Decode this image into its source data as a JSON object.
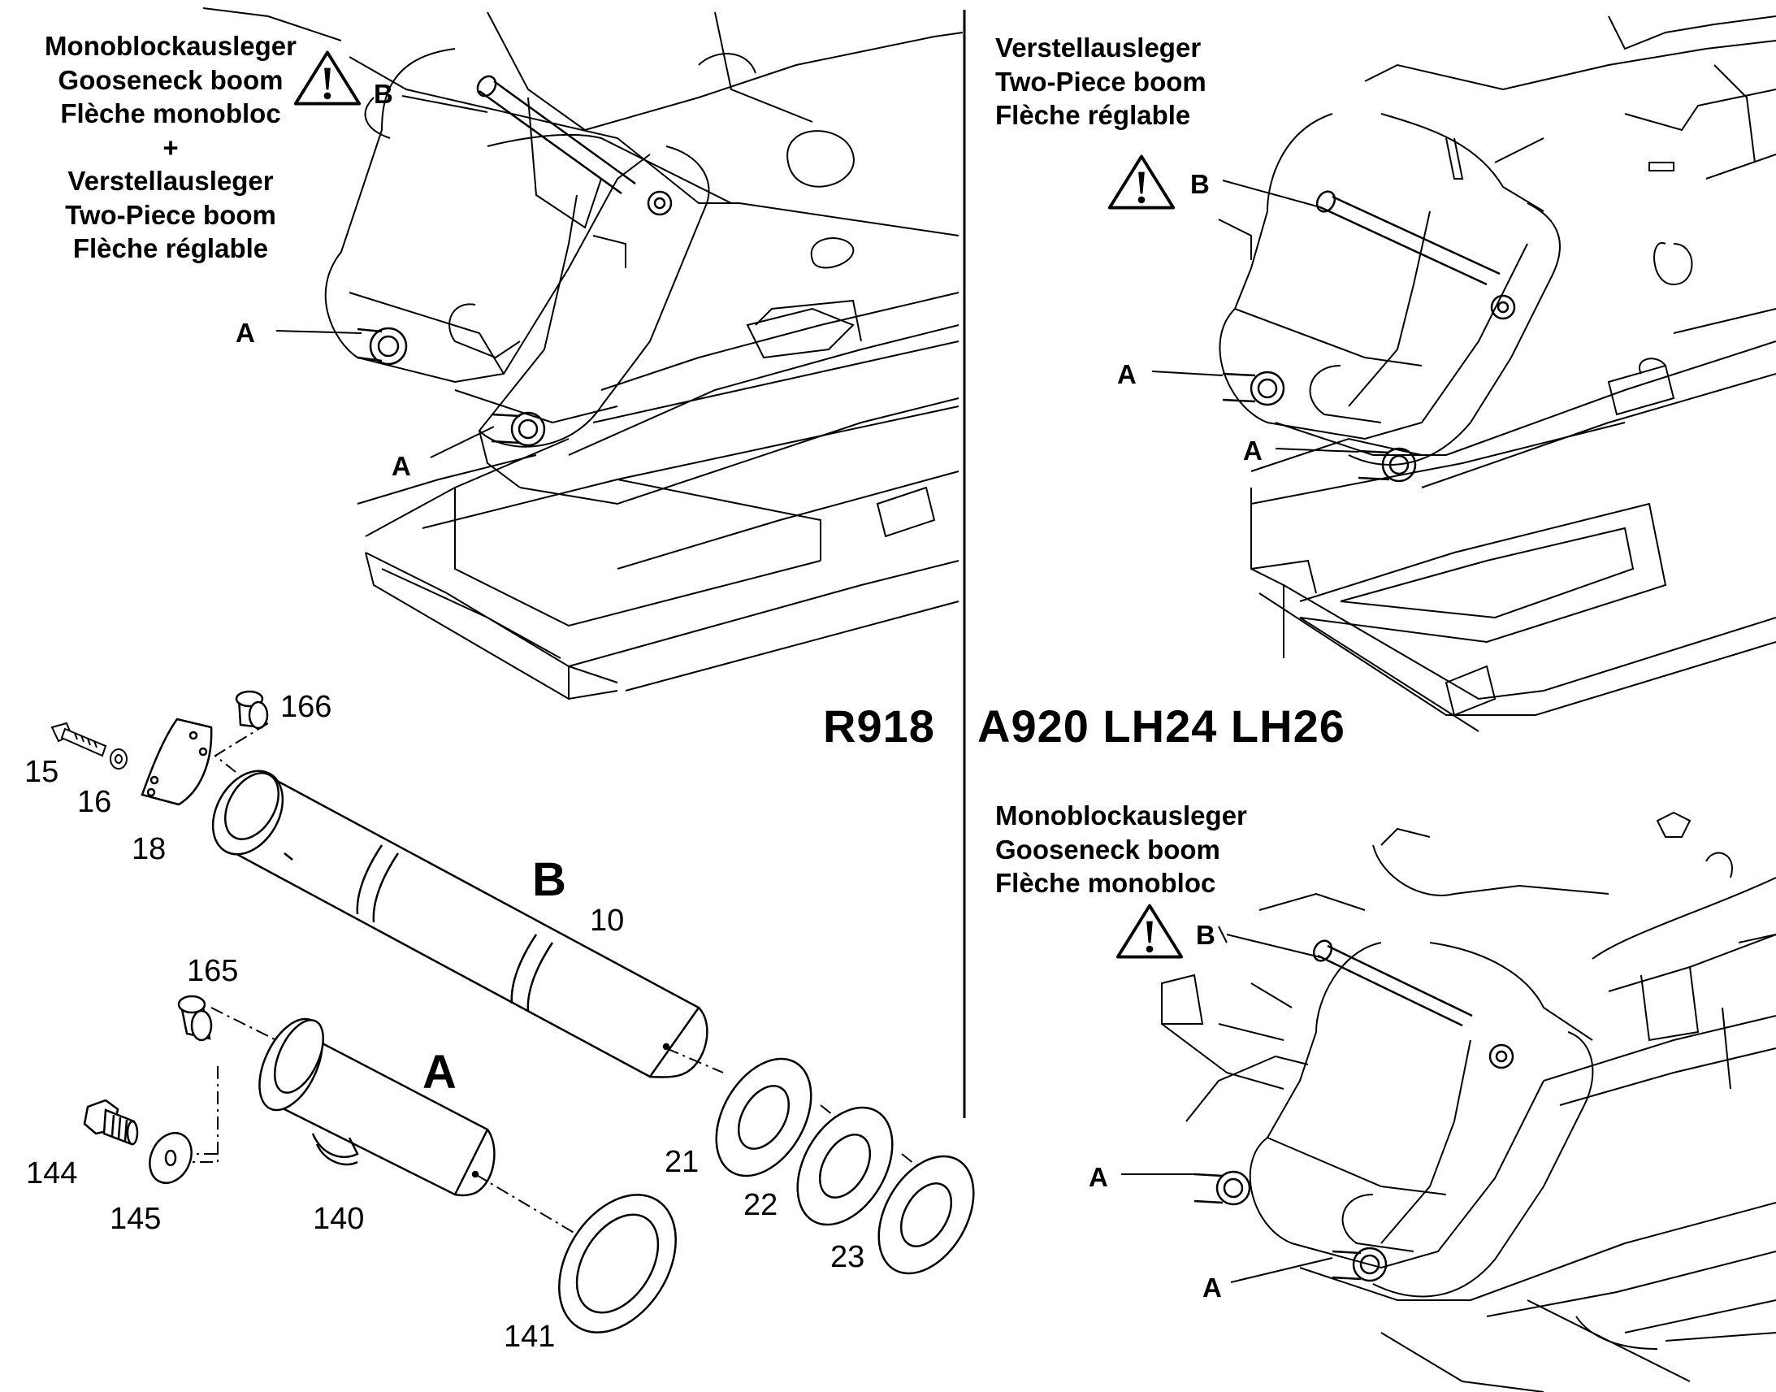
{
  "models": {
    "left": "R918",
    "right": "A920  LH24  LH26"
  },
  "booms": {
    "combined": "Monoblockausleger\nGooseneck boom\nFlèche monobloc\n+\nVerstellausleger\nTwo-Piece boom\nFlèche réglable",
    "two_piece": "Verstellausleger\nTwo-Piece boom\nFlèche réglable",
    "gooseneck": "Monoblockausleger\nGooseneck boom\nFlèche monobloc"
  },
  "pin_labels": {
    "a": "A",
    "b": "B"
  },
  "parts": {
    "p10": "10",
    "p15": "15",
    "p16": "16",
    "p18": "18",
    "p21": "21",
    "p22": "22",
    "p23": "23",
    "p140": "140",
    "p141": "141",
    "p144": "144",
    "p145": "145",
    "p165": "165",
    "p166": "166"
  },
  "icons": {
    "warning": "warning-triangle-icon"
  },
  "colors": {
    "line": "#000000",
    "background": "#ffffff"
  }
}
